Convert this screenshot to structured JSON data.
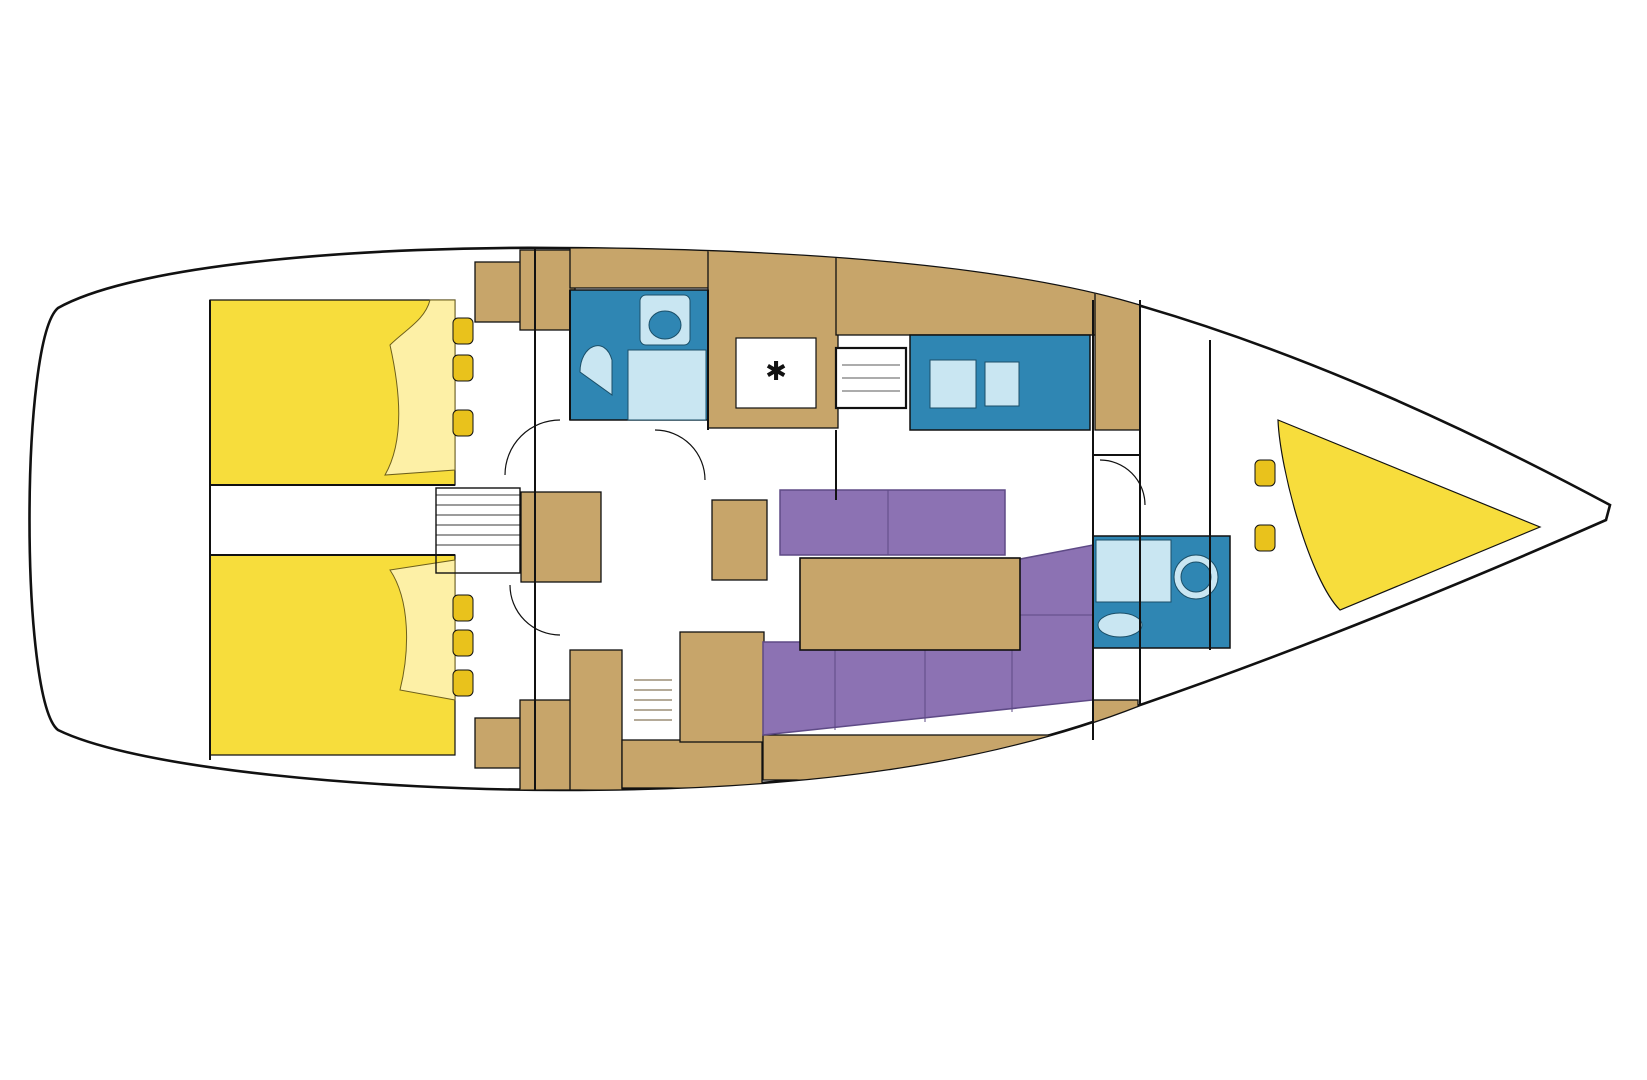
{
  "diagram": {
    "type": "yacht interior deck plan",
    "view": "top-down",
    "labels": [],
    "galley_mark": "✱",
    "colors": {
      "background": "#ffffff",
      "outline": "#111111",
      "berth": "#f7dd3c",
      "berth_dark": "#e9c21c",
      "furniture": "#c7a56a",
      "furniture_dark": "#a98a50",
      "wet_area": "#2f86b3",
      "fixture_light": "#c9e6f2",
      "settee": "#8c72b3",
      "settee_line": "#5e4a86"
    },
    "areas": [
      {
        "id": "aft-cabin-port",
        "kind": "double berth"
      },
      {
        "id": "aft-cabin-starboard",
        "kind": "double berth"
      },
      {
        "id": "forward-cabin",
        "kind": "v-berth"
      },
      {
        "id": "aft-head",
        "kind": "head with toilet, sink, shower"
      },
      {
        "id": "forward-head",
        "kind": "head with toilet, sink, shower"
      },
      {
        "id": "galley",
        "kind": "sinks and stove"
      },
      {
        "id": "saloon",
        "kind": "settees and table"
      },
      {
        "id": "chart-table",
        "kind": "navigation station"
      },
      {
        "id": "companionway",
        "kind": "steps"
      }
    ]
  }
}
